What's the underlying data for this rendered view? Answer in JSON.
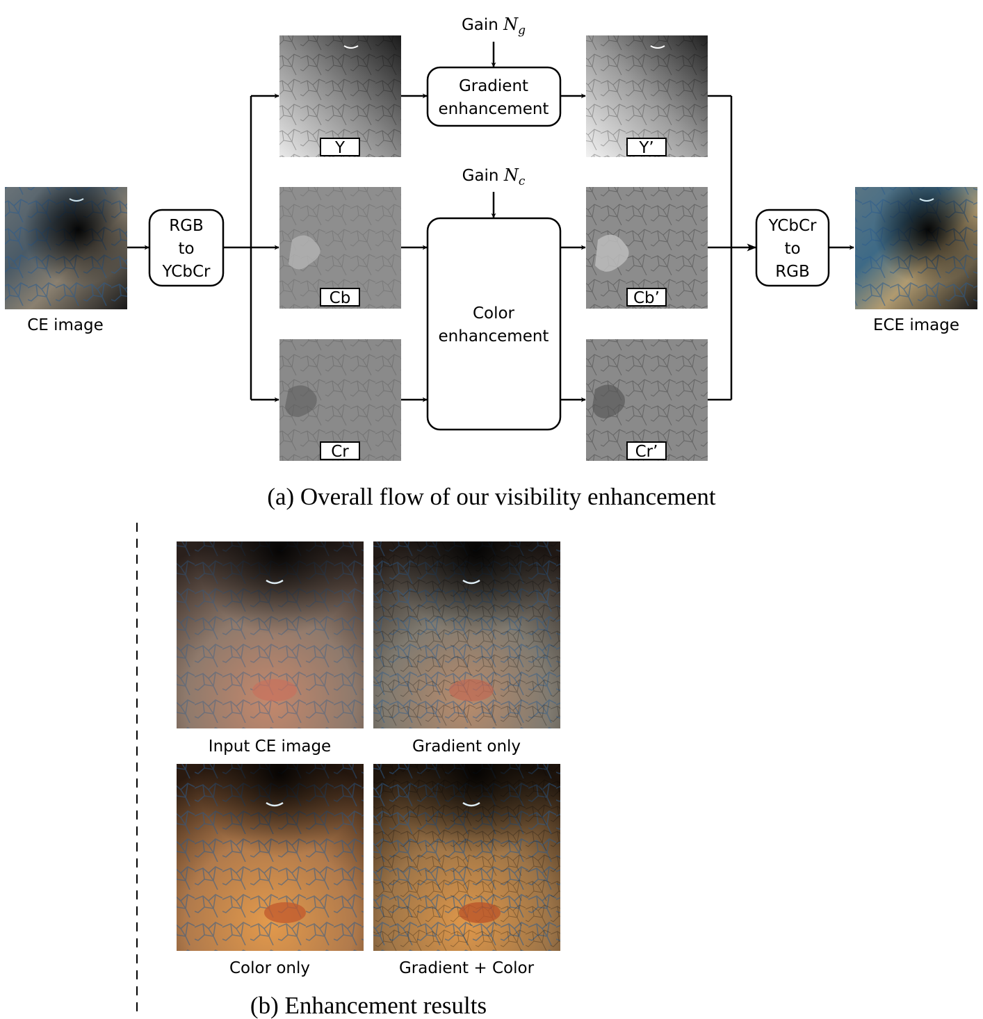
{
  "input_label": "CE image",
  "output_label": "ECE image",
  "rgb_to_ycbcr": [
    "RGB",
    "to",
    "YCbCr"
  ],
  "ycbcr_to_rgb": [
    "YCbCr",
    "to",
    "RGB"
  ],
  "gradient_block": [
    "Gradient",
    "enhancement"
  ],
  "color_block": [
    "Color",
    "enhancement"
  ],
  "gain_g": {
    "prefix": "Gain ",
    "var": "N",
    "sub": "g"
  },
  "gain_c": {
    "prefix": "Gain ",
    "var": "N",
    "sub": "c"
  },
  "channels_in": {
    "y": "Y",
    "cb": "Cb",
    "cr": "Cr"
  },
  "channels_out": {
    "y": "Y’",
    "cb": "Cb’",
    "cr": "Cr’"
  },
  "caption_a": "(a) Overall flow of our visibility enhancement",
  "results": {
    "input": "Input CE image",
    "gradient": "Gradient only",
    "color": "Color only",
    "both": "Gradient + Color"
  },
  "caption_b": "(b) Enhancement results"
}
